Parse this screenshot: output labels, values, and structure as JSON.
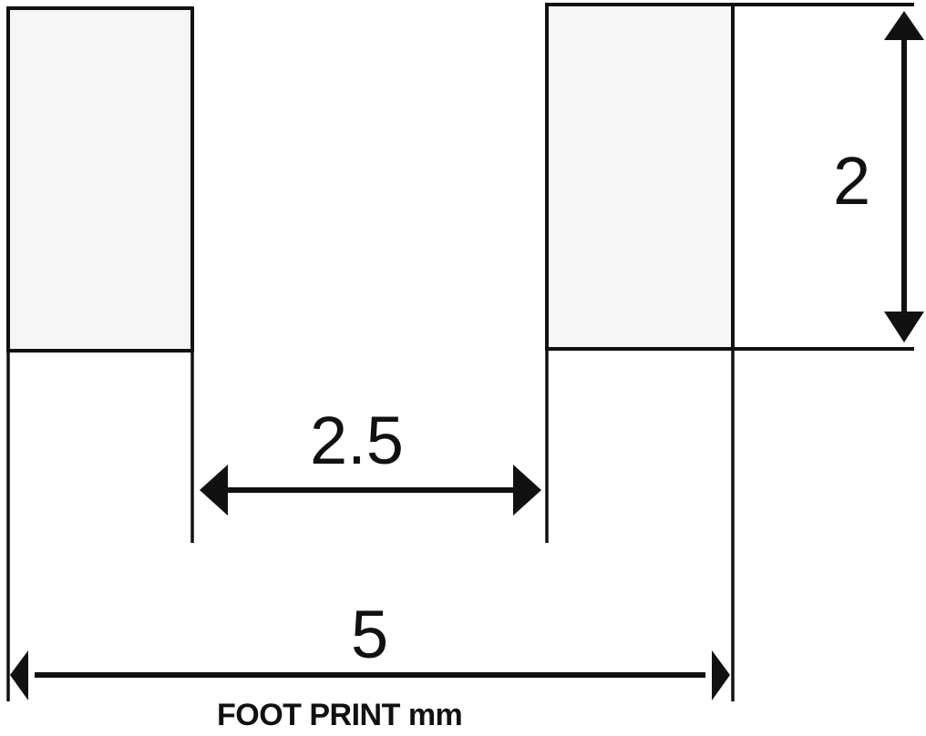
{
  "diagram": {
    "title": "FOOT PRINT mm",
    "units": "mm",
    "colors": {
      "line": "#111111",
      "pad_fill": "#f6f6f6",
      "background": "#ffffff"
    },
    "pads": [
      {
        "id": "left-pad"
      },
      {
        "id": "right-pad"
      }
    ],
    "dimensions": {
      "pad_height": "2",
      "gap": "2.5",
      "overall": "5"
    }
  }
}
